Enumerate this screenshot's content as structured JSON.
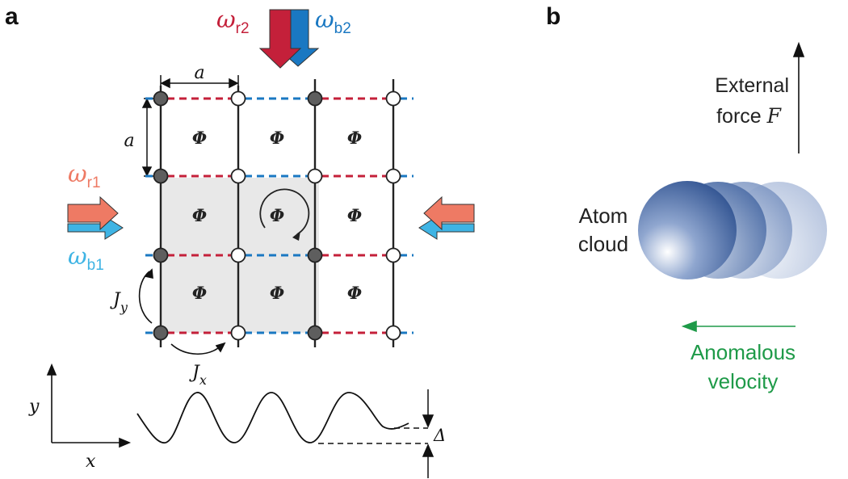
{
  "panel_a": {
    "label": "a",
    "lattice_spacing_label": "a",
    "flux_label": "Φ",
    "beams": {
      "r2": {
        "sym": "ω",
        "sub": "r2",
        "color": "#c4203a"
      },
      "b2": {
        "sym": "ω",
        "sub": "b2",
        "color": "#1a78c2"
      },
      "r1": {
        "sym": "ω",
        "sub": "r1",
        "color": "#ee7a64"
      },
      "b1": {
        "sym": "ω",
        "sub": "b1",
        "color": "#3fb4e4"
      }
    },
    "tunneling": {
      "jy": {
        "sym": "J",
        "sub": "y"
      },
      "jx": {
        "sym": "J",
        "sub": "x"
      }
    },
    "axes": {
      "x": "x",
      "y": "y"
    },
    "offset_label": "Δ",
    "colors": {
      "red_bond": "#c4203a",
      "blue_bond": "#1a78c2",
      "shaded_cell": "#e8e8e8",
      "filled_site": "#5e5e5e"
    }
  },
  "panel_b": {
    "label": "b",
    "force_line1": "External",
    "force_line2_text": "force ",
    "force_symbol": "F",
    "atom_line1": "Atom",
    "atom_line2": "cloud",
    "anomalous_line1": "Anomalous",
    "anomalous_line2": "velocity",
    "anomalous_color": "#1e9a48",
    "sphere_color": "#3a5fa0"
  }
}
